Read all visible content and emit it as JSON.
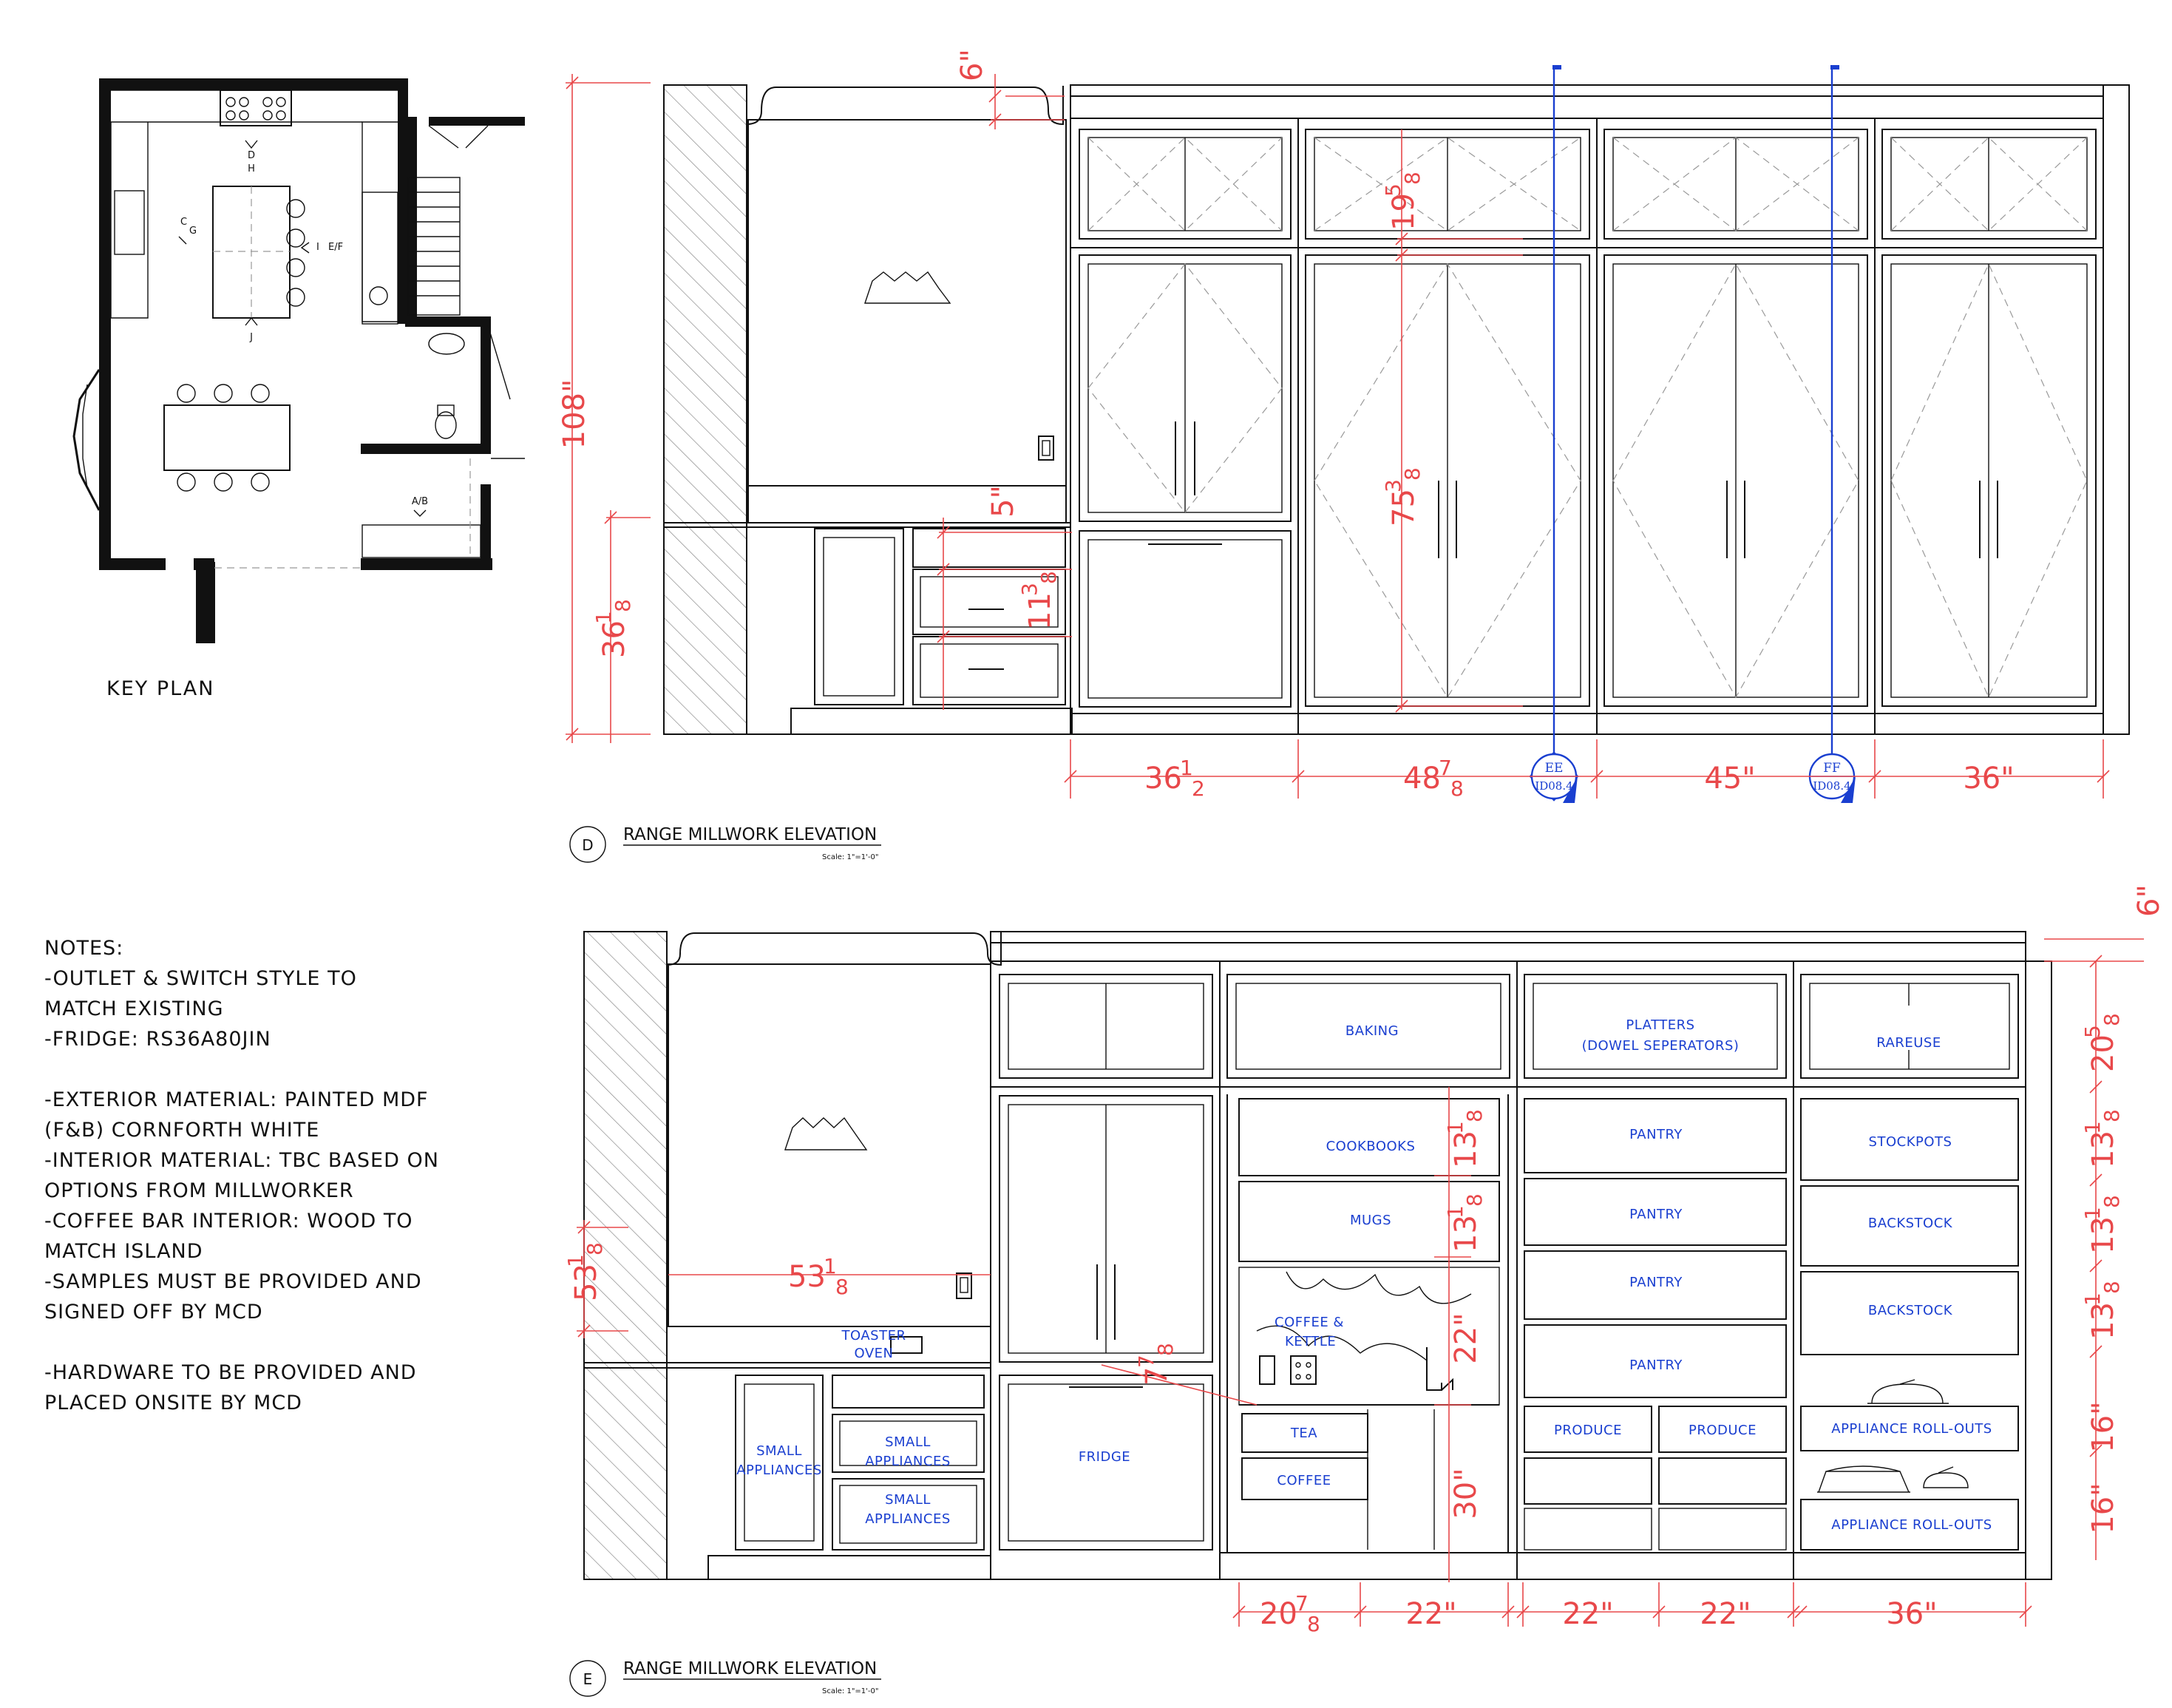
{
  "key_plan": {
    "title": "KEY PLAN",
    "markers": [
      "D",
      "H",
      "C",
      "G",
      "I",
      "E/F",
      "J",
      "A/B"
    ]
  },
  "notes": [
    "NOTES:",
    "-OUTLET & SWITCH STYLE TO",
    "MATCH EXISTING",
    "-FRIDGE: RS36A80JIN",
    "",
    "-EXTERIOR MATERIAL: PAINTED MDF",
    "(F&B) CORNFORTH WHITE",
    "-INTERIOR MATERIAL: TBC BASED ON",
    "OPTIONS FROM MILLWORKER",
    "-COFFEE BAR INTERIOR: WOOD TO",
    "MATCH ISLAND",
    "-SAMPLES MUST BE PROVIDED AND",
    "SIGNED OFF BY MCD",
    "",
    "-HARDWARE TO BE PROVIDED AND",
    "PLACED ONSITE BY MCD"
  ],
  "elevation_d": {
    "marker": "D",
    "title": "RANGE MILLWORK ELEVATION",
    "scale": "Scale: 1\"=1'-0\"",
    "dims": {
      "top_offset": "6\"",
      "overall_height": "108\"",
      "counter_height": {
        "whole": "36",
        "num": "1",
        "den": "8"
      },
      "upper_height": {
        "whole": "19",
        "num": "5",
        "den": "8"
      },
      "tall_height": {
        "whole": "75",
        "num": "3",
        "den": "8"
      },
      "backsplash": "5\"",
      "drawer_height": {
        "whole": "11",
        "num": "3",
        "den": "8"
      },
      "w1": {
        "whole": "36",
        "num": "1",
        "den": "2"
      },
      "w2": {
        "whole": "48",
        "num": "7",
        "den": "8"
      },
      "w3": "45\"",
      "w4": "36\""
    },
    "section_tags": [
      {
        "id": "EE",
        "sheet": "ID08.4"
      },
      {
        "id": "FF",
        "sheet": "ID08.4"
      }
    ]
  },
  "elevation_e": {
    "marker": "E",
    "title": "RANGE MILLWORK ELEVATION",
    "scale": "Scale: 1\"=1'-0\"",
    "labels": {
      "baking": "BAKING",
      "platters": "PLATTERS",
      "platters_sub": "(DOWEL SEPERATORS)",
      "rareuse": "RAREUSE",
      "cookbooks": "COOKBOOKS",
      "mugs": "MUGS",
      "coffee_kettle_1": "COFFEE &",
      "coffee_kettle_2": "KETTLE",
      "tea": "TEA",
      "coffee": "COFFEE",
      "pantry": "PANTRY",
      "produce": "PRODUCE",
      "stockpots": "STOCKPOTS",
      "backstock": "BACKSTOCK",
      "appliance_rollouts": "APPLIANCE ROLL-OUTS",
      "fridge": "FRIDGE",
      "small_appliances_1": "SMALL",
      "small_appliances_2": "APPLIANCES",
      "toaster_1": "TOASTER",
      "toaster_2": "OVEN"
    },
    "dims": {
      "top_offset": "6\"",
      "hood_height": {
        "whole": "53",
        "num": "1",
        "den": "8"
      },
      "hood_width": {
        "whole": "53",
        "num": "1",
        "den": "8"
      },
      "upper": {
        "whole": "20",
        "num": "5",
        "den": "8"
      },
      "shelf": {
        "whole": "13",
        "num": "1",
        "den": "8"
      },
      "niche": "22\"",
      "base": "30\"",
      "roll16": "16\"",
      "fridge_gap": {
        "whole": "7",
        "num": "7",
        "den": "8"
      },
      "w1": {
        "whole": "20",
        "num": "7",
        "den": "8"
      },
      "w2": "22\"",
      "w3": "22\"",
      "w4": "22\"",
      "w5": "36\""
    }
  }
}
